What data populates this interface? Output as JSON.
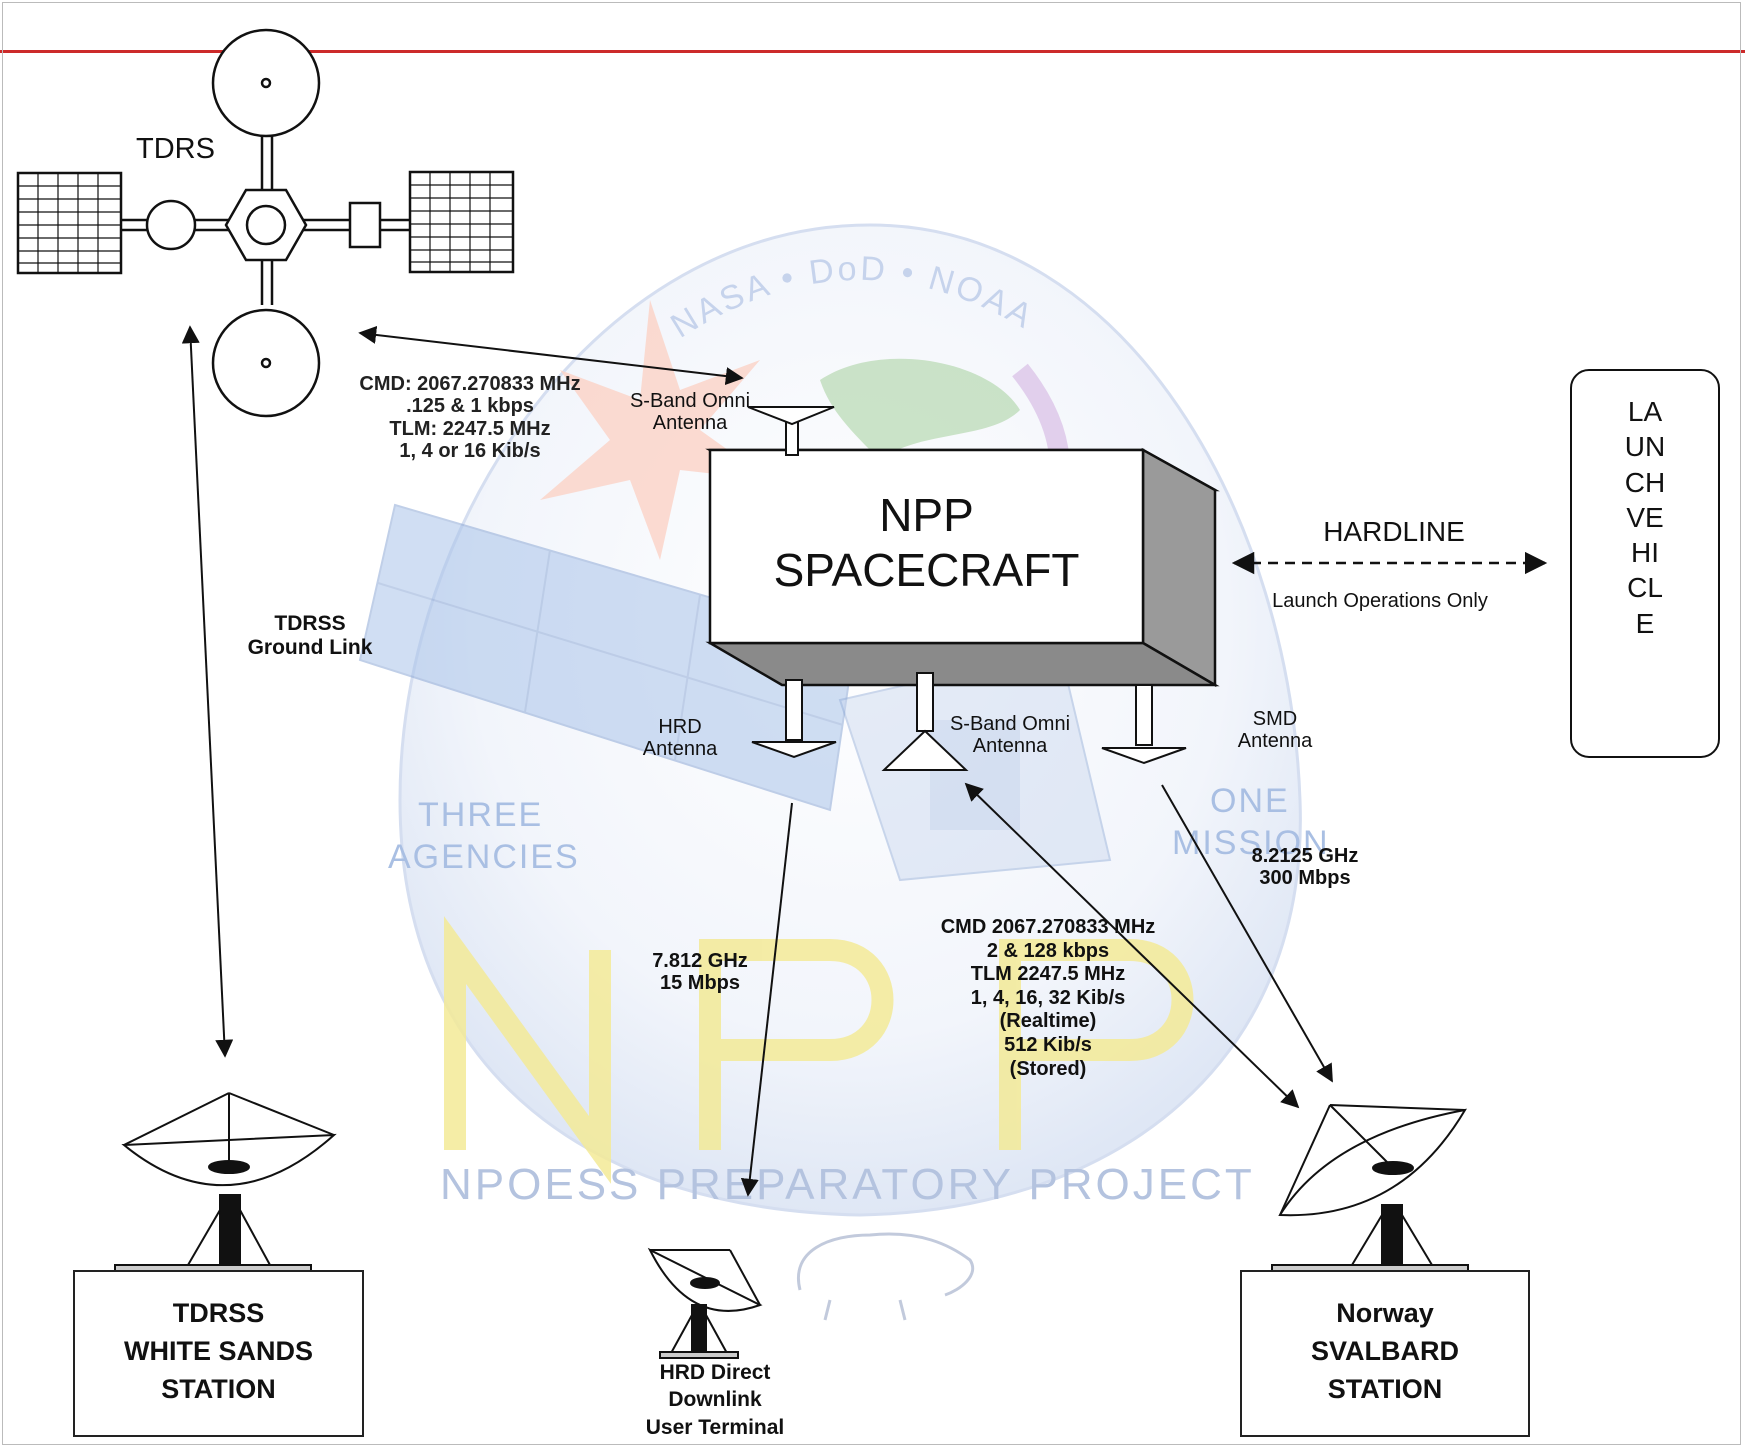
{
  "colors": {
    "accent_line": "#cc2a2a",
    "watermark_blue": "#a9bfe3",
    "watermark_yellow": "#f3ea97"
  },
  "watermark": {
    "arc_text": "NASA • DoD • NOAA",
    "left_words": "THREE",
    "left_words_2": "AGENCIES",
    "right_words": "ONE",
    "right_words_2": "MISSION",
    "big": "NPP",
    "project": "NPOESS PREPARATORY PROJECT"
  },
  "tdrs": {
    "title": "TDRS",
    "ground_link_line1": "TDRSS",
    "ground_link_line2": "Ground Link",
    "link_params": [
      "CMD: 2067.270833  MHz",
      ".125 & 1 kbps",
      "TLM: 2247.5 MHz",
      "1, 4 or 16 Kib/s"
    ]
  },
  "spacecraft": {
    "title_line1": "NPP",
    "title_line2": "SPACECRAFT",
    "top_antenna_line1": "S-Band Omni",
    "top_antenna_line2": "Antenna",
    "hrd_antenna_line1": "HRD",
    "hrd_antenna_line2": "Antenna",
    "sband_bottom_line1": "S-Band Omni",
    "sband_bottom_line2": "Antenna",
    "smd_antenna_line1": "SMD",
    "smd_antenna_line2": "Antenna"
  },
  "hardline": {
    "title": "HARDLINE",
    "note": "Launch Operations Only"
  },
  "launch_vehicle": {
    "lines": [
      "LA",
      "UN",
      "CH",
      "VE",
      "HI",
      "CL",
      "E"
    ]
  },
  "links": {
    "hrd": [
      "7.812 GHz",
      "15 Mbps"
    ],
    "smd": [
      "8.2125 GHz",
      "300 Mbps"
    ],
    "sband_ground": [
      "CMD 2067.270833 MHz",
      "2 & 128 kbps",
      "TLM 2247.5 MHz",
      "1, 4, 16, 32 Kib/s",
      "(Realtime)",
      "512 Kib/s",
      "(Stored)"
    ]
  },
  "stations": {
    "white_sands": [
      "TDRSS",
      "WHITE SANDS",
      "STATION"
    ],
    "hrd_terminal": [
      "HRD Direct",
      "Downlink",
      "User Terminal"
    ],
    "svalbard": [
      "Norway",
      "SVALBARD",
      "STATION"
    ]
  }
}
